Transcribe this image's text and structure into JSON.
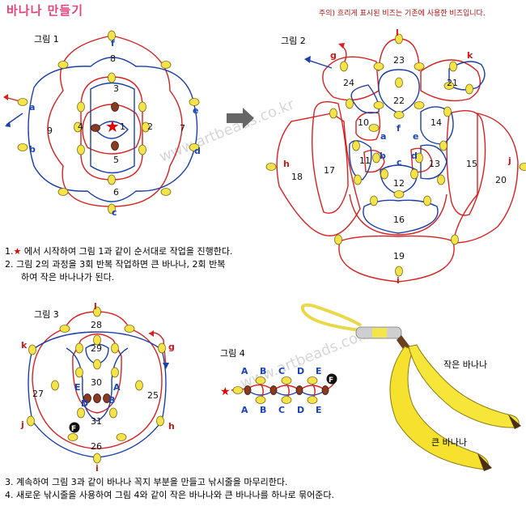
{
  "title": "바나나 만들기",
  "note": "주의) 흐리게 표시된 비즈는 기존에 사용한 비즈입니다.",
  "watermark": "www.artbeads.co.kr",
  "fig1": {
    "label": "그림 1",
    "letters": {
      "f": "f",
      "a": "a",
      "b": "b",
      "e": "e",
      "d": "d",
      "c": "c"
    },
    "nums": {
      "n8": "8",
      "n3": "3",
      "n4": "4",
      "n1": "1",
      "n2": "2",
      "n9": "9",
      "n7": "7",
      "n5": "5",
      "n6": "6"
    }
  },
  "fig2": {
    "label": "그림 2",
    "letters": {
      "l": "l",
      "g": "g",
      "k": "k",
      "a": "a",
      "f": "f",
      "e": "e",
      "b": "b",
      "d": "d",
      "c": "c",
      "h": "h",
      "j": "j",
      "i": "i"
    },
    "nums": {
      "n23": "23",
      "n24": "24",
      "n21": "21",
      "n22": "22",
      "n10": "10",
      "n14": "14",
      "n11": "11",
      "n13": "13",
      "n12": "12",
      "n18": "18",
      "n17": "17",
      "n15": "15",
      "n20": "20",
      "n16": "16",
      "n19": "19"
    }
  },
  "instructions_a": [
    {
      "num": "1.",
      "text": " 에서 시작하여 그림 1과 같이 순서대로 작업을 진행한다."
    },
    {
      "num": "2.",
      "text": " 그림 2의 과정을 3회 반복 작업하면 큰 바나나, 2회 반복"
    },
    {
      "num": "",
      "text": "하여 작은 바나나가 된다."
    }
  ],
  "fig3": {
    "label": "그림 3",
    "letters": {
      "l": "l",
      "k": "k",
      "g": "g",
      "j": "j",
      "h": "h",
      "i": "i",
      "F": "F",
      "E1": "E",
      "A1": "A",
      "D1": "D",
      "B1": "B"
    },
    "nums": {
      "n28": "28",
      "n29": "29",
      "n30": "30",
      "n27": "27",
      "n25": "25",
      "n31": "31",
      "n26": "26"
    }
  },
  "fig4": {
    "label": "그림 4",
    "top": [
      "A",
      "B",
      "C",
      "D",
      "E"
    ],
    "bottom": [
      "A",
      "B",
      "C",
      "D",
      "E"
    ],
    "F": "F"
  },
  "banana": {
    "small": "작은 바나나",
    "big": "큰 바나나"
  },
  "instructions_b": [
    {
      "num": "3.",
      "text": "계속하여 그림 3과 같이 바나나 꼭지 부분을 만들고 낚시줄을 마무리한다."
    },
    {
      "num": "4.",
      "text": "새로운 낚시줄을 사용하여 그림 4와 같이 작은 바나나와 큰 바나나를 하나로 묶어준다."
    }
  ],
  "colors": {
    "title": "#e0457b",
    "red_line": "#d82020",
    "blue_line": "#1a3fa8",
    "bead": "#f4e34a",
    "dark_bead": "#8b3a22"
  }
}
